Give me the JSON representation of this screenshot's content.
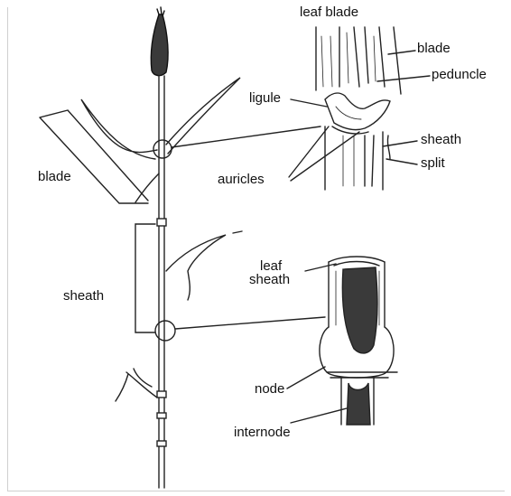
{
  "diagram": {
    "labels": {
      "leaf_blade": "leaf blade",
      "blade_top": "blade",
      "peduncle": "peduncle",
      "ligule": "ligule",
      "sheath_top": "sheath",
      "split": "split",
      "auricles": "auricles",
      "blade_left": "blade",
      "sheath_left": "sheath",
      "leaf_sheath_line1": "leaf",
      "leaf_sheath_line2": "sheath",
      "node": "node",
      "internode": "internode"
    }
  }
}
